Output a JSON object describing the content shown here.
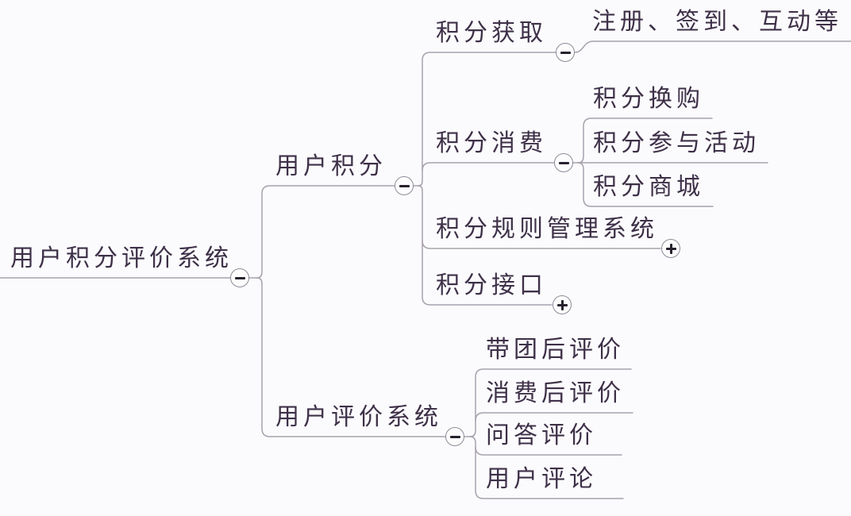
{
  "mindmap": {
    "type": "mindmap-tree",
    "colors": {
      "background": "#fbfbfd",
      "text": "#3e3048",
      "connector": "#a7a1ad",
      "toggle_border": "#8f8a98",
      "toggle_fill": "#fdfdfe",
      "toggle_sign": "#27212d"
    },
    "root": {
      "label": "用户积分评价系统",
      "toggle": "expanded",
      "children": [
        {
          "label": "用户积分",
          "toggle": "expanded",
          "children": [
            {
              "label": "积分获取",
              "toggle": "expanded",
              "children": [
                {
                  "label": "注册、签到、互动等"
                }
              ]
            },
            {
              "label": "积分消费",
              "toggle": "expanded",
              "children": [
                {
                  "label": "积分换购"
                },
                {
                  "label": "积分参与活动"
                },
                {
                  "label": "积分商城"
                }
              ]
            },
            {
              "label": "积分规则管理系统",
              "toggle": "collapsed"
            },
            {
              "label": "积分接口",
              "toggle": "collapsed"
            }
          ]
        },
        {
          "label": "用户评价系统",
          "toggle": "expanded",
          "children": [
            {
              "label": "带团后评价"
            },
            {
              "label": "消费后评价"
            },
            {
              "label": "问答评价"
            },
            {
              "label": "用户评论"
            }
          ]
        }
      ]
    }
  }
}
